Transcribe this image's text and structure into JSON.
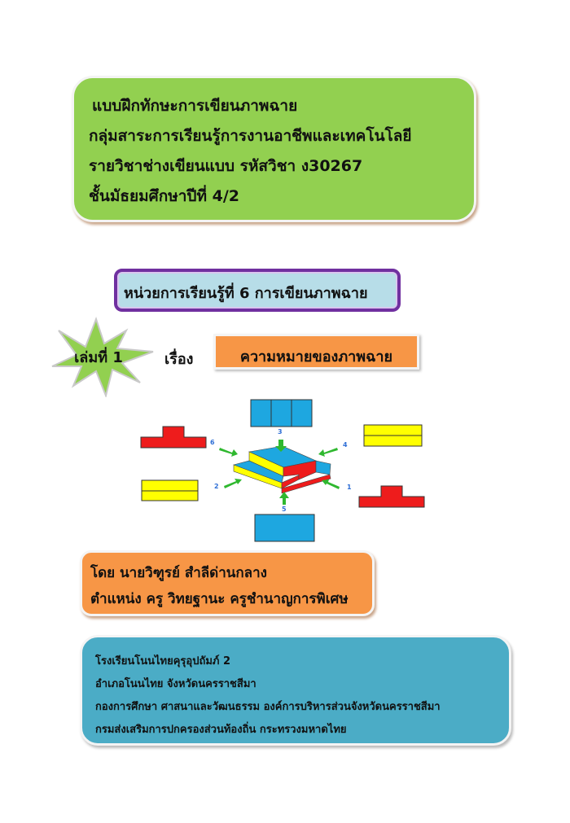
{
  "header": {
    "lines": [
      "แบบฝึกทักษะการเขียนภาพฉาย",
      "กลุ่มสาระการเรียนรู้การงานอาชีพและเทคโนโลยี",
      "รายวิชาช่างเขียนแบบ รหัสวิชา ง30267",
      "ชั้นมัธยมศึกษาปีที่ 4/2"
    ]
  },
  "unit": "หน่วยการเรียนรู้ที่ 6 การเขียนภาพฉาย",
  "book": {
    "label": "เล่มที่ 1",
    "subject_label": "เรื่อง",
    "title": "ความหมายของภาพฉาย"
  },
  "figure": {
    "view_numbers": [
      "1",
      "2",
      "3",
      "4",
      "5",
      "6"
    ]
  },
  "author": {
    "lines": [
      "โดย  นายวิฑูรย์  สำลีด่านกลาง",
      "ตำแหน่ง ครู วิทยฐานะ ครูชำนาญการพิเศษ"
    ]
  },
  "school": {
    "lines": [
      "โรงเรียนโนนไทยคุรุอุปถัมภ์ 2",
      "อำเภอโนนไทย จังหวัดนครราชสีมา",
      "กองการศึกษา  ศาสนาและวัฒนธรรม  องค์การบริหารส่วนจังหวัดนครราชสีมา",
      "กรมส่งเสริมการปกครองส่วนท้องถิ่น  กระทรวงมหาดไทย"
    ]
  },
  "colors": {
    "green": "#92d050",
    "purple": "#7030a0",
    "light_blue": "#b7dde8",
    "orange": "#f79646",
    "teal": "#4bacc6",
    "red": "#ee1c1c",
    "yellow": "#ffff00",
    "blue": "#1ea7e0"
  }
}
